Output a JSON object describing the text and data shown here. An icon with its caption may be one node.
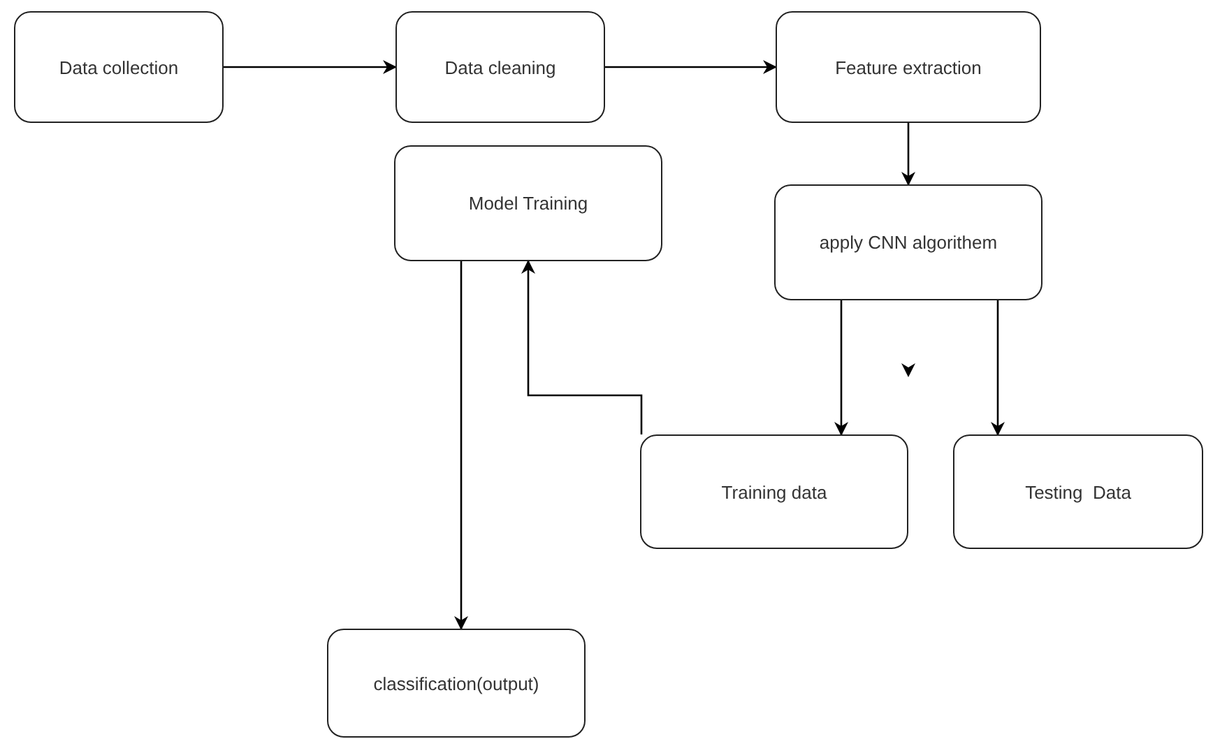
{
  "diagram": {
    "nodes": [
      {
        "text": [
          "Data collection"
        ]
      },
      {
        "text": [
          "Data cleaning"
        ]
      },
      {
        "text": [
          "Feature extraction"
        ]
      },
      {
        "text": [
          "Model Training"
        ]
      },
      {
        "text": [
          "apply CNN algorithem"
        ]
      },
      {
        "text": [
          "Training data"
        ]
      },
      {
        "text": [
          "Testing  Data"
        ]
      },
      {
        "text": [
          "classification(output)"
        ]
      }
    ],
    "edges": [
      {
        "from": 0,
        "to": 1,
        "arrow": "to"
      },
      {
        "from": 1,
        "to": 2,
        "arrow": "to"
      },
      {
        "from": 2,
        "to": 4,
        "arrow": "to"
      },
      {
        "from": 4,
        "to": 5,
        "arrow": "to"
      },
      {
        "from": 4,
        "to": 6,
        "arrow": "to"
      },
      {
        "from": 5,
        "to": 3,
        "arrow": "to"
      },
      {
        "from": 3,
        "to": 7,
        "arrow": "to"
      }
    ]
  }
}
